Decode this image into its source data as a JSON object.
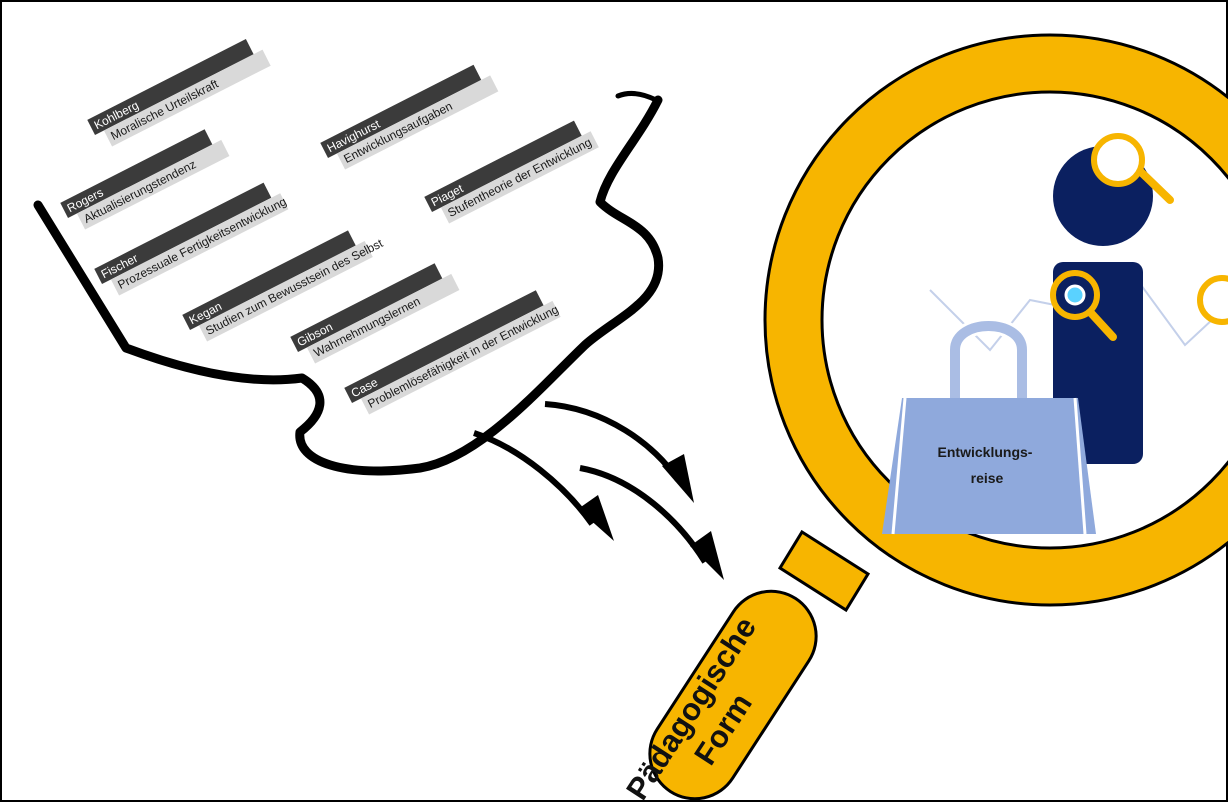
{
  "theories": [
    {
      "name": "Kohlberg",
      "concept": "Moralische Urteilskraft"
    },
    {
      "name": "Rogers",
      "concept": "Aktualisierungstendenz"
    },
    {
      "name": "Havighurst",
      "concept": "Entwicklungsaufgaben"
    },
    {
      "name": "Piaget",
      "concept": "Stufentheorie der Entwicklung"
    },
    {
      "name": "Fischer",
      "concept": "Prozessuale Fertigkeitsentwicklung"
    },
    {
      "name": "Kegan",
      "concept": "Studien zum Bewusstsein des Selbst"
    },
    {
      "name": "Gibson",
      "concept": "Wahrnehmungslernen"
    },
    {
      "name": "Case",
      "concept": "Problemlösefähigkeit in der Entwicklung"
    }
  ],
  "bag": {
    "line1": "Entwicklungs-",
    "line2": "reise"
  },
  "magnifier_handle": {
    "line1": "Pädagogische",
    "line2": "Form"
  },
  "colors": {
    "gold": "#f7b500",
    "navy": "#0b2060",
    "bag": "#8fa9dc",
    "label_dark": "#3b3b3b",
    "label_light": "#d9d9d9",
    "ink": "#000000"
  }
}
